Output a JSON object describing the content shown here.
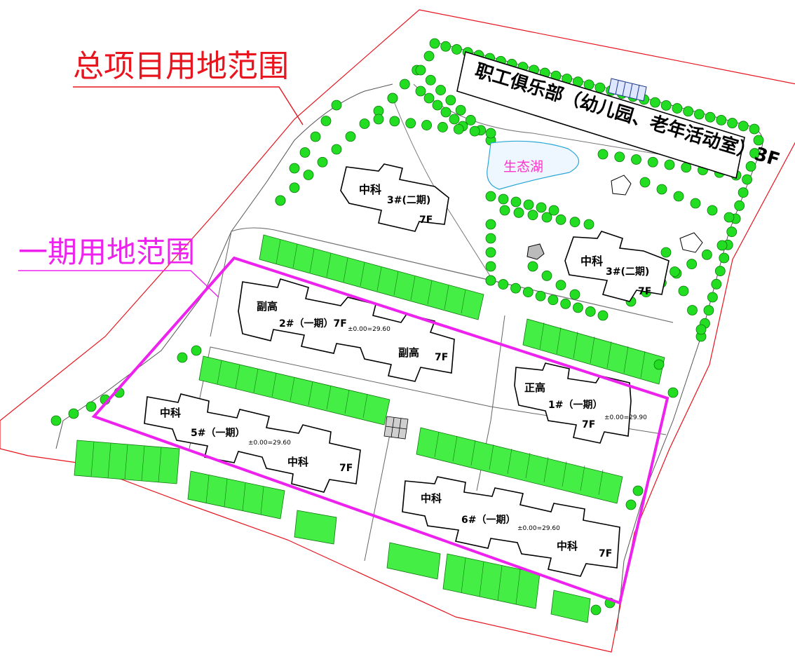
{
  "labels": {
    "total_range": "总项目用地范围",
    "phase1_range": "一期用地范围",
    "lake": "生态湖",
    "club_line1": "职工俱乐部（幼儿园、老年活动室）3F"
  },
  "buildings": {
    "b3a": {
      "name": "中科",
      "num": "3#(二期)",
      "floors": "7F"
    },
    "b3b": {
      "name": "中科",
      "num": "3#(二期)",
      "floors": "7F"
    },
    "b2": {
      "name_left": "副高",
      "num": "2#（一期）7F",
      "name_right": "副高",
      "floors": "7F",
      "elevation": "±0.00=29.60"
    },
    "b1": {
      "name": "正高",
      "num": "1#（一期）",
      "floors": "7F",
      "elevation": "±0.00=29.90"
    },
    "b5": {
      "name_left": "中科",
      "num": "5#（一期）",
      "name_right": "中科",
      "floors": "7F",
      "elevation": "±0.00=29.60"
    },
    "b6": {
      "name_left": "中科",
      "num": "6#（一期）",
      "name_right": "中科",
      "floors": "7F",
      "elevation": "±0.00=29.60"
    }
  },
  "colors": {
    "site_boundary": "#e8141e",
    "phase_boundary": "#ee22ee",
    "tree": "#22dd22",
    "parking": "#33ee33",
    "building_outline": "#000000"
  }
}
